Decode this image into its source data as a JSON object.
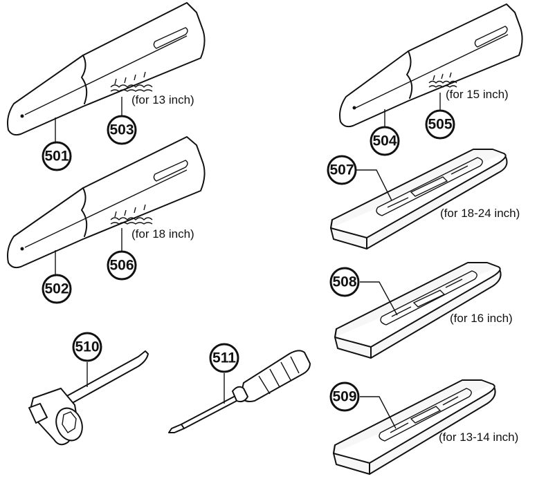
{
  "parts": [
    {
      "number": "501"
    },
    {
      "number": "502"
    },
    {
      "number": "503",
      "note": "(for 13 inch)"
    },
    {
      "number": "504"
    },
    {
      "number": "505",
      "note": "(for 15 inch)"
    },
    {
      "number": "506",
      "note": "(for 18 inch)"
    },
    {
      "number": "507",
      "note": "(for 18-24 inch)"
    },
    {
      "number": "508",
      "note": "(for 16 inch)"
    },
    {
      "number": "509",
      "note": "(for 13-14 inch)"
    },
    {
      "number": "510"
    },
    {
      "number": "511"
    }
  ]
}
